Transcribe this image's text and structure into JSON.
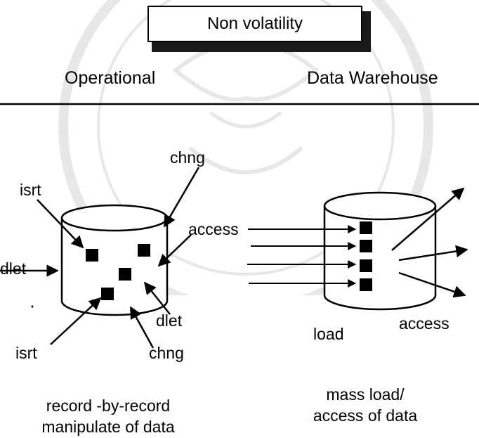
{
  "title": "Non volatility",
  "headers": {
    "left": "Operational",
    "right": "Data Warehouse"
  },
  "operational_labels": {
    "isrt_top": "isrt",
    "chng_top": "chng",
    "access": "access",
    "dlet_left": "dlet",
    "dlet_right": "dlet",
    "isrt_bottom": "isrt",
    "chng_bottom": "chng"
  },
  "warehouse_labels": {
    "load": "load",
    "access": "access"
  },
  "captions": {
    "operational": [
      "record -by-record",
      "manipulate of data"
    ],
    "warehouse": [
      "mass load/",
      "access of data"
    ]
  },
  "colors": {
    "ink": "#000000",
    "shadow": "#1a1a1a",
    "background": "#ffffff"
  }
}
